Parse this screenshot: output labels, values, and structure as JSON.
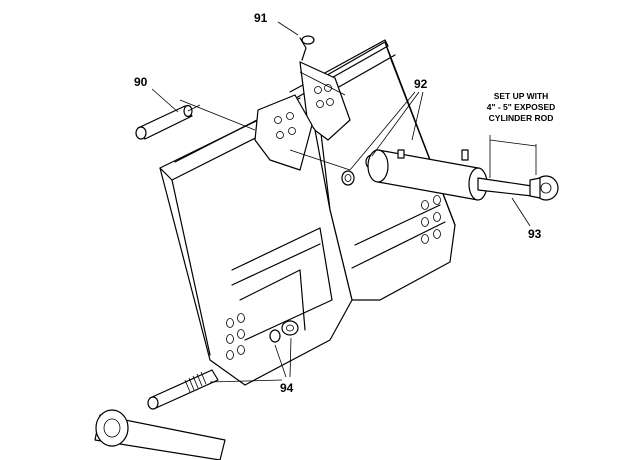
{
  "callouts": {
    "c90": "90",
    "c91": "91",
    "c92": "92",
    "c93": "93",
    "c94": "94"
  },
  "note": {
    "line1": "SET UP WITH",
    "line2": "4\" - 5\" EXPOSED",
    "line3": "CYLINDER ROD"
  }
}
